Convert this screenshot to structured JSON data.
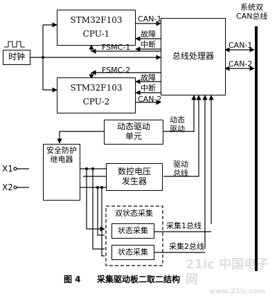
{
  "bus": {
    "label_line1": "系统双",
    "label_line2": "CAN总线"
  },
  "clock": {
    "label": "时钟"
  },
  "cpu1": {
    "chip": "STM32F103",
    "name": "CPU-1"
  },
  "cpu2": {
    "chip": "STM32F103",
    "name": "CPU-2"
  },
  "bus_processor": {
    "label": "总线处理器"
  },
  "signals": {
    "can1_cpu": "CAN-1",
    "can2_cpu": "CAN-2",
    "fault1": "故障",
    "int1": "中断",
    "fault2": "故障",
    "int2": "中断",
    "fsmc1": "FSMC-1",
    "fsmc2": "FSMC-2",
    "can1_bus": "CAN-1",
    "can2_bus": "CAN-2",
    "dyn_drive_line1": "动态",
    "dyn_drive_line2": "驱动",
    "drive_bus_line1": "驱动",
    "drive_bus_line2": "总线",
    "acq_bus1": "采集1总线",
    "acq_bus2": "采集2总线"
  },
  "dynamic_drive": {
    "line1": "动态驱动",
    "line2": "单元"
  },
  "safety_relay": {
    "line1": "安全防护",
    "line2": "继电器"
  },
  "inputs": {
    "x1": "X1",
    "x2": "X2"
  },
  "dac": {
    "line1": "数控电压",
    "line2": "发生器"
  },
  "dual_acq": {
    "title": "双状态采集",
    "acq1": "状态采集",
    "acq2": "状态采集"
  },
  "caption": {
    "fig": "图 4",
    "title": "采集驱动板二取二结构"
  },
  "watermark": {
    "text": "21ic 中国电子网",
    "url": "www.21ic.com"
  }
}
